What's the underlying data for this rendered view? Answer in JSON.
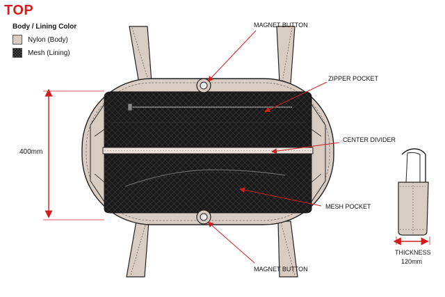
{
  "title": "TOP",
  "legend": {
    "heading": "Body / Lining Color",
    "items": [
      {
        "label": "Nylon (Body)",
        "swatch": "nylon-swatch",
        "color": "#d9ccc2"
      },
      {
        "label": "Mesh (Lining)",
        "swatch": "mesh-swatch",
        "color": "#1c1c1c"
      }
    ]
  },
  "callouts": {
    "magnet_top": "MAGNET BUTTON",
    "zipper_pocket": "ZIPPER POCKET",
    "center_divider": "CENTER DIVIDER",
    "mesh_pocket": "MESH POCKET",
    "magnet_bottom": "MAGNET BUTTON"
  },
  "dimensions": {
    "height": "400mm",
    "thickness_label": "THICKNESS",
    "thickness_value": "120mm"
  },
  "colors": {
    "accent": "#d21d1d",
    "nylon": "#d9ccc2",
    "mesh": "#1c1c1c"
  }
}
